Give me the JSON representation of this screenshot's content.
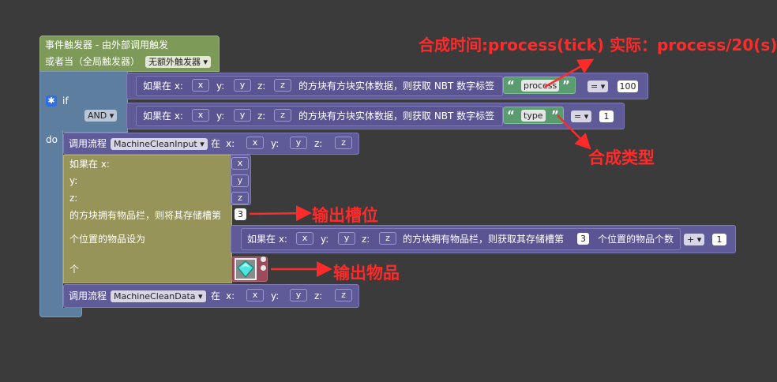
{
  "event": {
    "line1": "事件触发器 - 由外部调用触发",
    "line2": "或者当（全局触发器）",
    "dropdown": "无额外触发器"
  },
  "if_block": {
    "if_label": "if",
    "do_label": "do",
    "and_label": "AND"
  },
  "condition1": {
    "prefix": "如果在 x:",
    "x": "x",
    "ylabel": "y:",
    "y": "y",
    "zlabel": "z:",
    "z": "z",
    "text": "的方块有方块实体数据，则获取 NBT 数字标签",
    "tag": "process",
    "op": "=",
    "value": "100"
  },
  "condition2": {
    "prefix": "如果在 x:",
    "x": "x",
    "ylabel": "y:",
    "y": "y",
    "zlabel": "z:",
    "z": "z",
    "text": "的方块有方块实体数据，则获取 NBT 数字标签",
    "tag": "type",
    "op": "=",
    "value": "1"
  },
  "call1": {
    "prefix": "调用流程",
    "name": "MachineCleanInput",
    "at": "在",
    "xlabel": "x:",
    "x": "x",
    "ylabel": "y:",
    "y": "y",
    "zlabel": "z:",
    "z": "z"
  },
  "set_block": {
    "line1": "如果在 x:",
    "x": "x",
    "line2": "y:",
    "y": "y",
    "line3": "z:",
    "z": "z",
    "line4": "的方块拥有物品栏，则将其存储槽第",
    "slot": "3",
    "line5": "个位置的物品设为",
    "line6": "个"
  },
  "count_block": {
    "prefix": "如果在 x:",
    "x": "x",
    "ylabel": "y:",
    "y": "y",
    "zlabel": "z:",
    "z": "z",
    "text1": "的方块拥有物品栏，则获取其存储槽第",
    "slot": "3",
    "text2": "个位置的物品个数",
    "op": "+",
    "value": "1"
  },
  "call2": {
    "prefix": "调用流程",
    "name": "MachineCleanData",
    "at": "在",
    "xlabel": "x:",
    "x": "x",
    "ylabel": "y:",
    "y": "y",
    "zlabel": "z:",
    "z": "z"
  },
  "annotations": {
    "time": "合成时间:process(tick) 实际：process/20(s)",
    "type": "合成类型",
    "slot": "输出槽位",
    "item": "输出物品"
  },
  "colors": {
    "event": "#7d9a58",
    "if": "#5d7e9e",
    "procedure": "#5f5a98",
    "set": "#979459",
    "item": "#9c4a5e",
    "string": "#5b9b70",
    "annotation": "#ff2a2a"
  }
}
